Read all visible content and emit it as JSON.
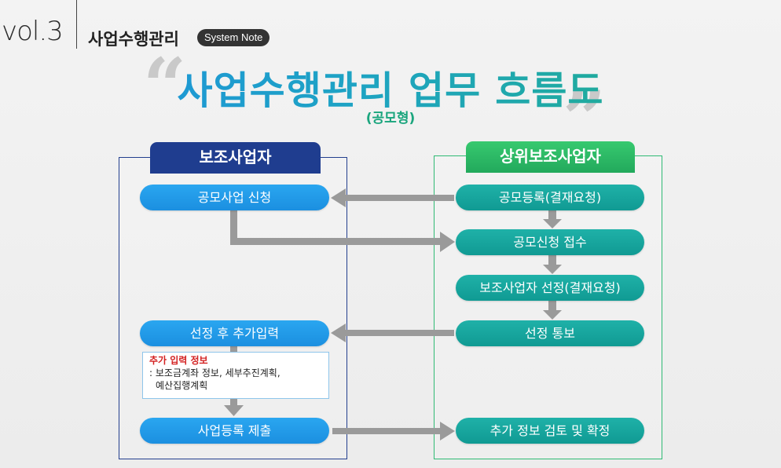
{
  "header": {
    "vol": "vol.3",
    "series": "사업수행관리",
    "tag": "System Note"
  },
  "title": {
    "main": "사업수행관리 업무 흐름도",
    "sub": "(공모형)"
  },
  "lanes": {
    "left": "보조사업자",
    "right": "상위보조사업자"
  },
  "nodes": {
    "apply": "공모사업 신청",
    "post_extra": "선정 후 추가입력",
    "submit": "사업등록 제출",
    "register": "공모등록(결재요청)",
    "receive": "공모신청 접수",
    "select": "보조사업자 선정(결재요청)",
    "notify": "선정 통보",
    "review": "추가 정보 검토 및 확정"
  },
  "info": {
    "title": "추가 입력 정보",
    "line1": ": 보조금계좌 정보, 세부추진계획,",
    "line2": "예산집행계획"
  },
  "colors": {
    "left_lane": "#1f3d8f",
    "right_lane": "#2fba74",
    "node_blue": "#1b8fe0",
    "node_teal": "#109a93",
    "arrow": "#9a9a9a"
  }
}
